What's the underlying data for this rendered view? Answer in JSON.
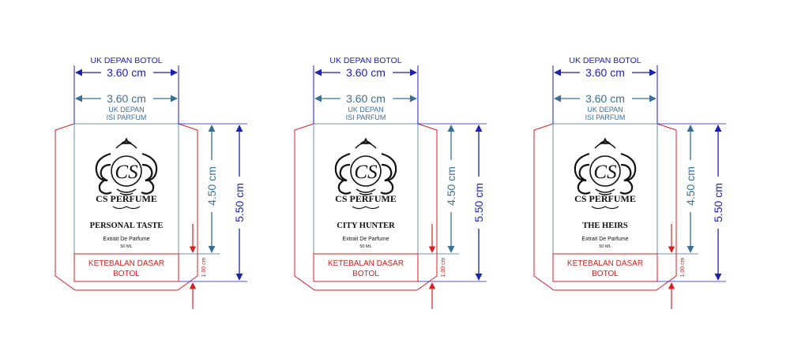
{
  "panels": [
    {
      "top_label": "UK DEPAN BOTOL",
      "outer_width": "3.60 cm",
      "inner_width": "3.60 cm",
      "inner_caption_1": "UK DEPAN",
      "inner_caption_2": "ISI PARFUM",
      "logo_monogram": "CS",
      "brand": "CS PERFUME",
      "product_name": "PERSONAL TASTE",
      "product_type": "Extrait De Parfume",
      "volume": "50 ML",
      "base_label_1": "KETEBALAN DASAR",
      "base_label_2": "BOTOL",
      "height_inner": "4.50 cm",
      "height_outer": "5.50 cm",
      "base_thickness": "1.00 cm"
    },
    {
      "top_label": "UK DEPAN BOTOL",
      "outer_width": "3.60 cm",
      "inner_width": "3.60 cm",
      "inner_caption_1": "UK DEPAN",
      "inner_caption_2": "ISI PARFUM",
      "logo_monogram": "CS",
      "brand": "CS PERFUME",
      "product_name": "CITY HUNTER",
      "product_type": "Extrait De Parfume",
      "volume": "50 ML",
      "base_label_1": "KETEBALAN DASAR",
      "base_label_2": "BOTOL",
      "height_inner": "4.50 cm",
      "height_outer": "5.50 cm",
      "base_thickness": "1.00 cm"
    },
    {
      "top_label": "UK DEPAN BOTOL",
      "outer_width": "3.60 cm",
      "inner_width": "3.60 cm",
      "inner_caption_1": "UK DEPAN",
      "inner_caption_2": "ISI PARFUM",
      "logo_monogram": "CS",
      "brand": "CS PERFUME",
      "product_name": "THE HEIRS",
      "product_type": "Extrait De Parfume",
      "volume": "50 ML",
      "base_label_1": "KETEBALAN DASAR",
      "base_label_2": "BOTOL",
      "height_inner": "4.50 cm",
      "height_outer": "5.50 cm",
      "base_thickness": "1.00 cm"
    }
  ],
  "colors": {
    "dimension_blue": "#1a22b8",
    "inner_dimension_teal": "#3a6f97",
    "cut_line_red": "#d62020",
    "label_border": "#6f8fa8",
    "logo_black": "#111111"
  }
}
